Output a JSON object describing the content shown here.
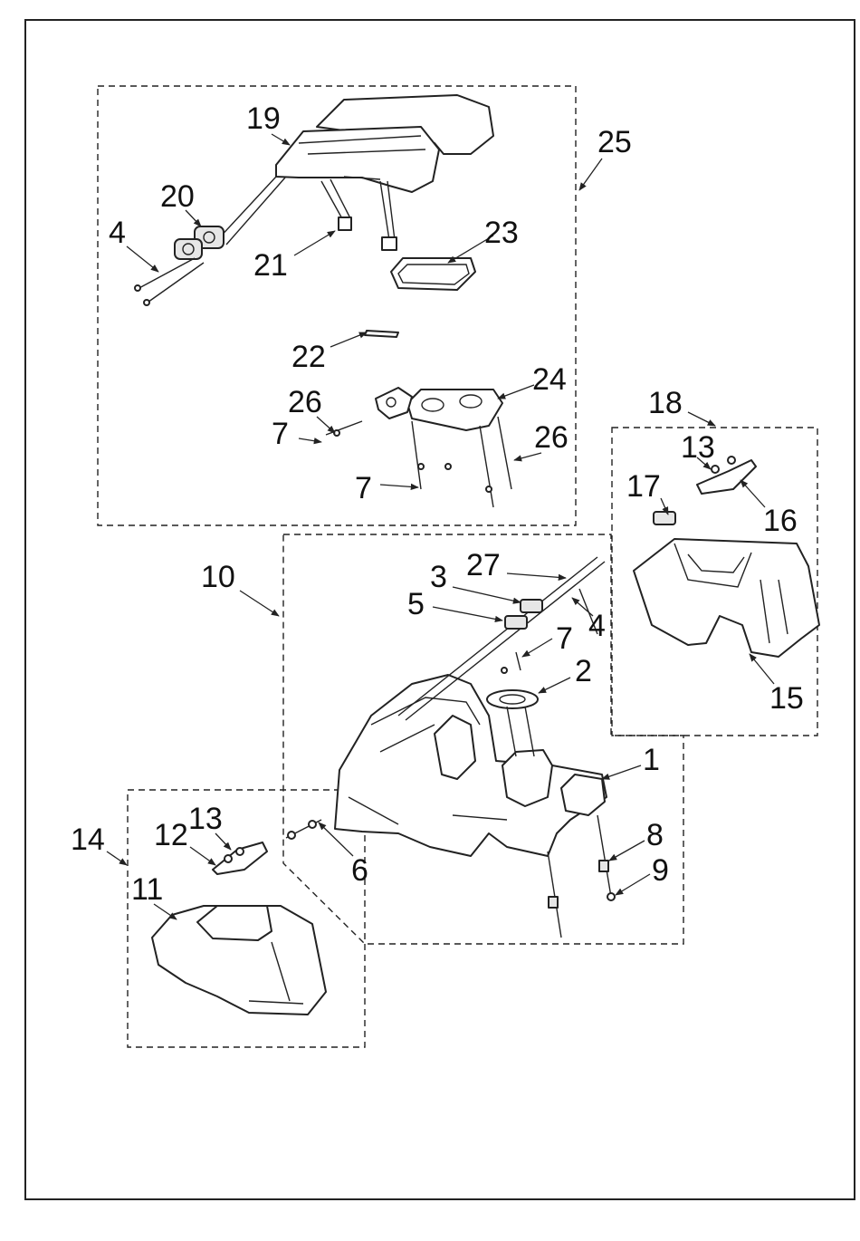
{
  "diagram": {
    "callouts": [
      "1",
      "2",
      "3",
      "4",
      "5",
      "6",
      "7",
      "8",
      "9",
      "10",
      "11",
      "12",
      "13",
      "14",
      "15",
      "16",
      "17",
      "18",
      "19",
      "20",
      "21",
      "22",
      "23",
      "24",
      "25",
      "26",
      "27"
    ],
    "colors": {
      "line": "#222222",
      "background": "#ffffff",
      "fill": "#e6e6e6"
    }
  }
}
